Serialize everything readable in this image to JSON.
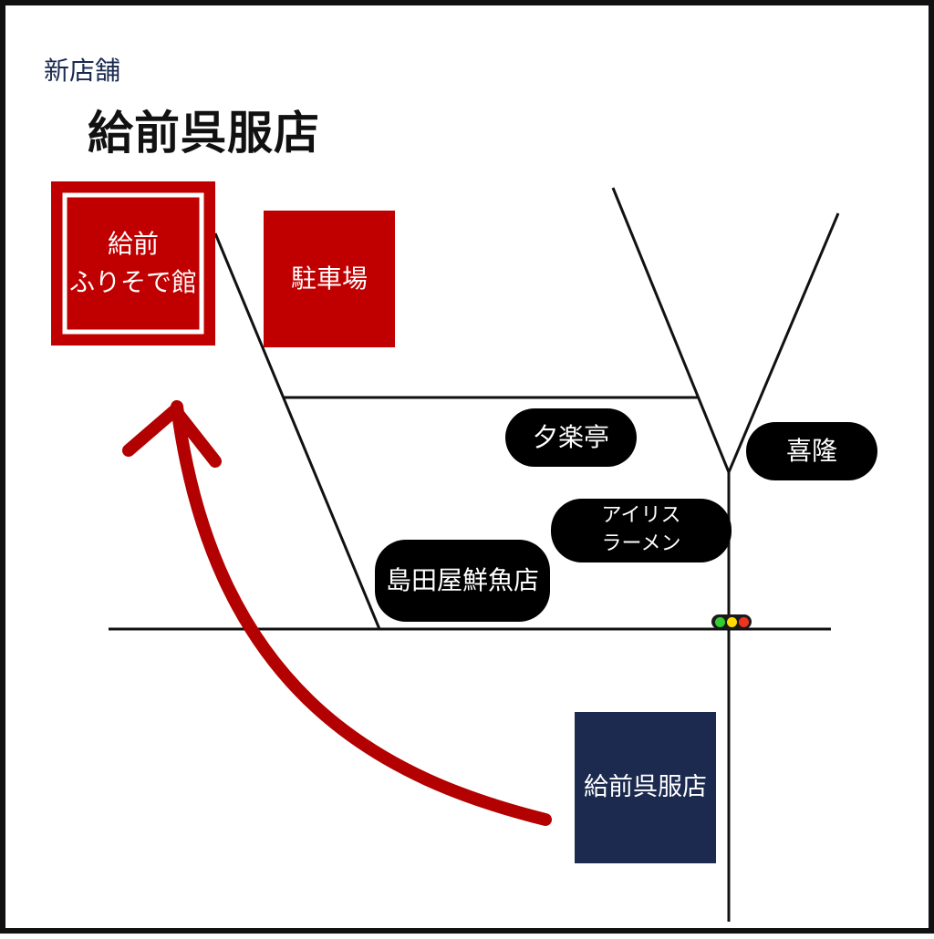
{
  "header": {
    "subtitle": "新店舗",
    "title": "給前呉服店"
  },
  "places": {
    "furisode_hall": {
      "line1": "給前",
      "line2": "ふりそで館"
    },
    "parking": "駐車場",
    "current_store": "給前呉服店"
  },
  "shops": {
    "yuurakutei": "夕楽亭",
    "kiryuu": "喜隆",
    "iris_ramen": {
      "line1": "アイリス",
      "line2": "ラーメン"
    },
    "shimadaya": "島田屋鮮魚店"
  },
  "colors": {
    "route_arrow": "#b30000",
    "furisode_hall": "#c00000",
    "parking": "#c00000",
    "current_store": "#1c2a50",
    "road": "#111111",
    "traffic_light": [
      "#33cc33",
      "#ffdd00",
      "#ee3322"
    ]
  },
  "icons": {
    "route": "curved-arrow-icon",
    "signal": "traffic-light-icon"
  }
}
